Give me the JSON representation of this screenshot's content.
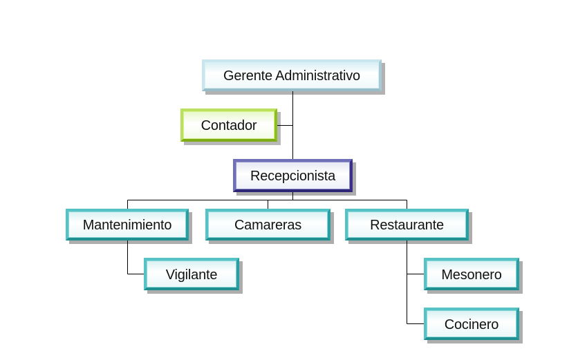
{
  "org_chart": {
    "root": {
      "label": "Gerente Administrativo"
    },
    "assistant": {
      "label": "Contador"
    },
    "middle": {
      "label": "Recepcionista"
    },
    "departments": [
      {
        "label": "Mantenimiento",
        "children": [
          {
            "label": "Vigilante"
          }
        ]
      },
      {
        "label": "Camareras"
      },
      {
        "label": "Restaurante",
        "children": [
          {
            "label": "Mesonero"
          },
          {
            "label": "Cocinero"
          }
        ]
      }
    ]
  },
  "colors": {
    "root_border": "#a6cad6",
    "assistant_border": "#8bbf1c",
    "middle_border": "#3d2f87",
    "department_border": "#2a9fa3",
    "connector": "#000000",
    "background": "#ffffff"
  }
}
